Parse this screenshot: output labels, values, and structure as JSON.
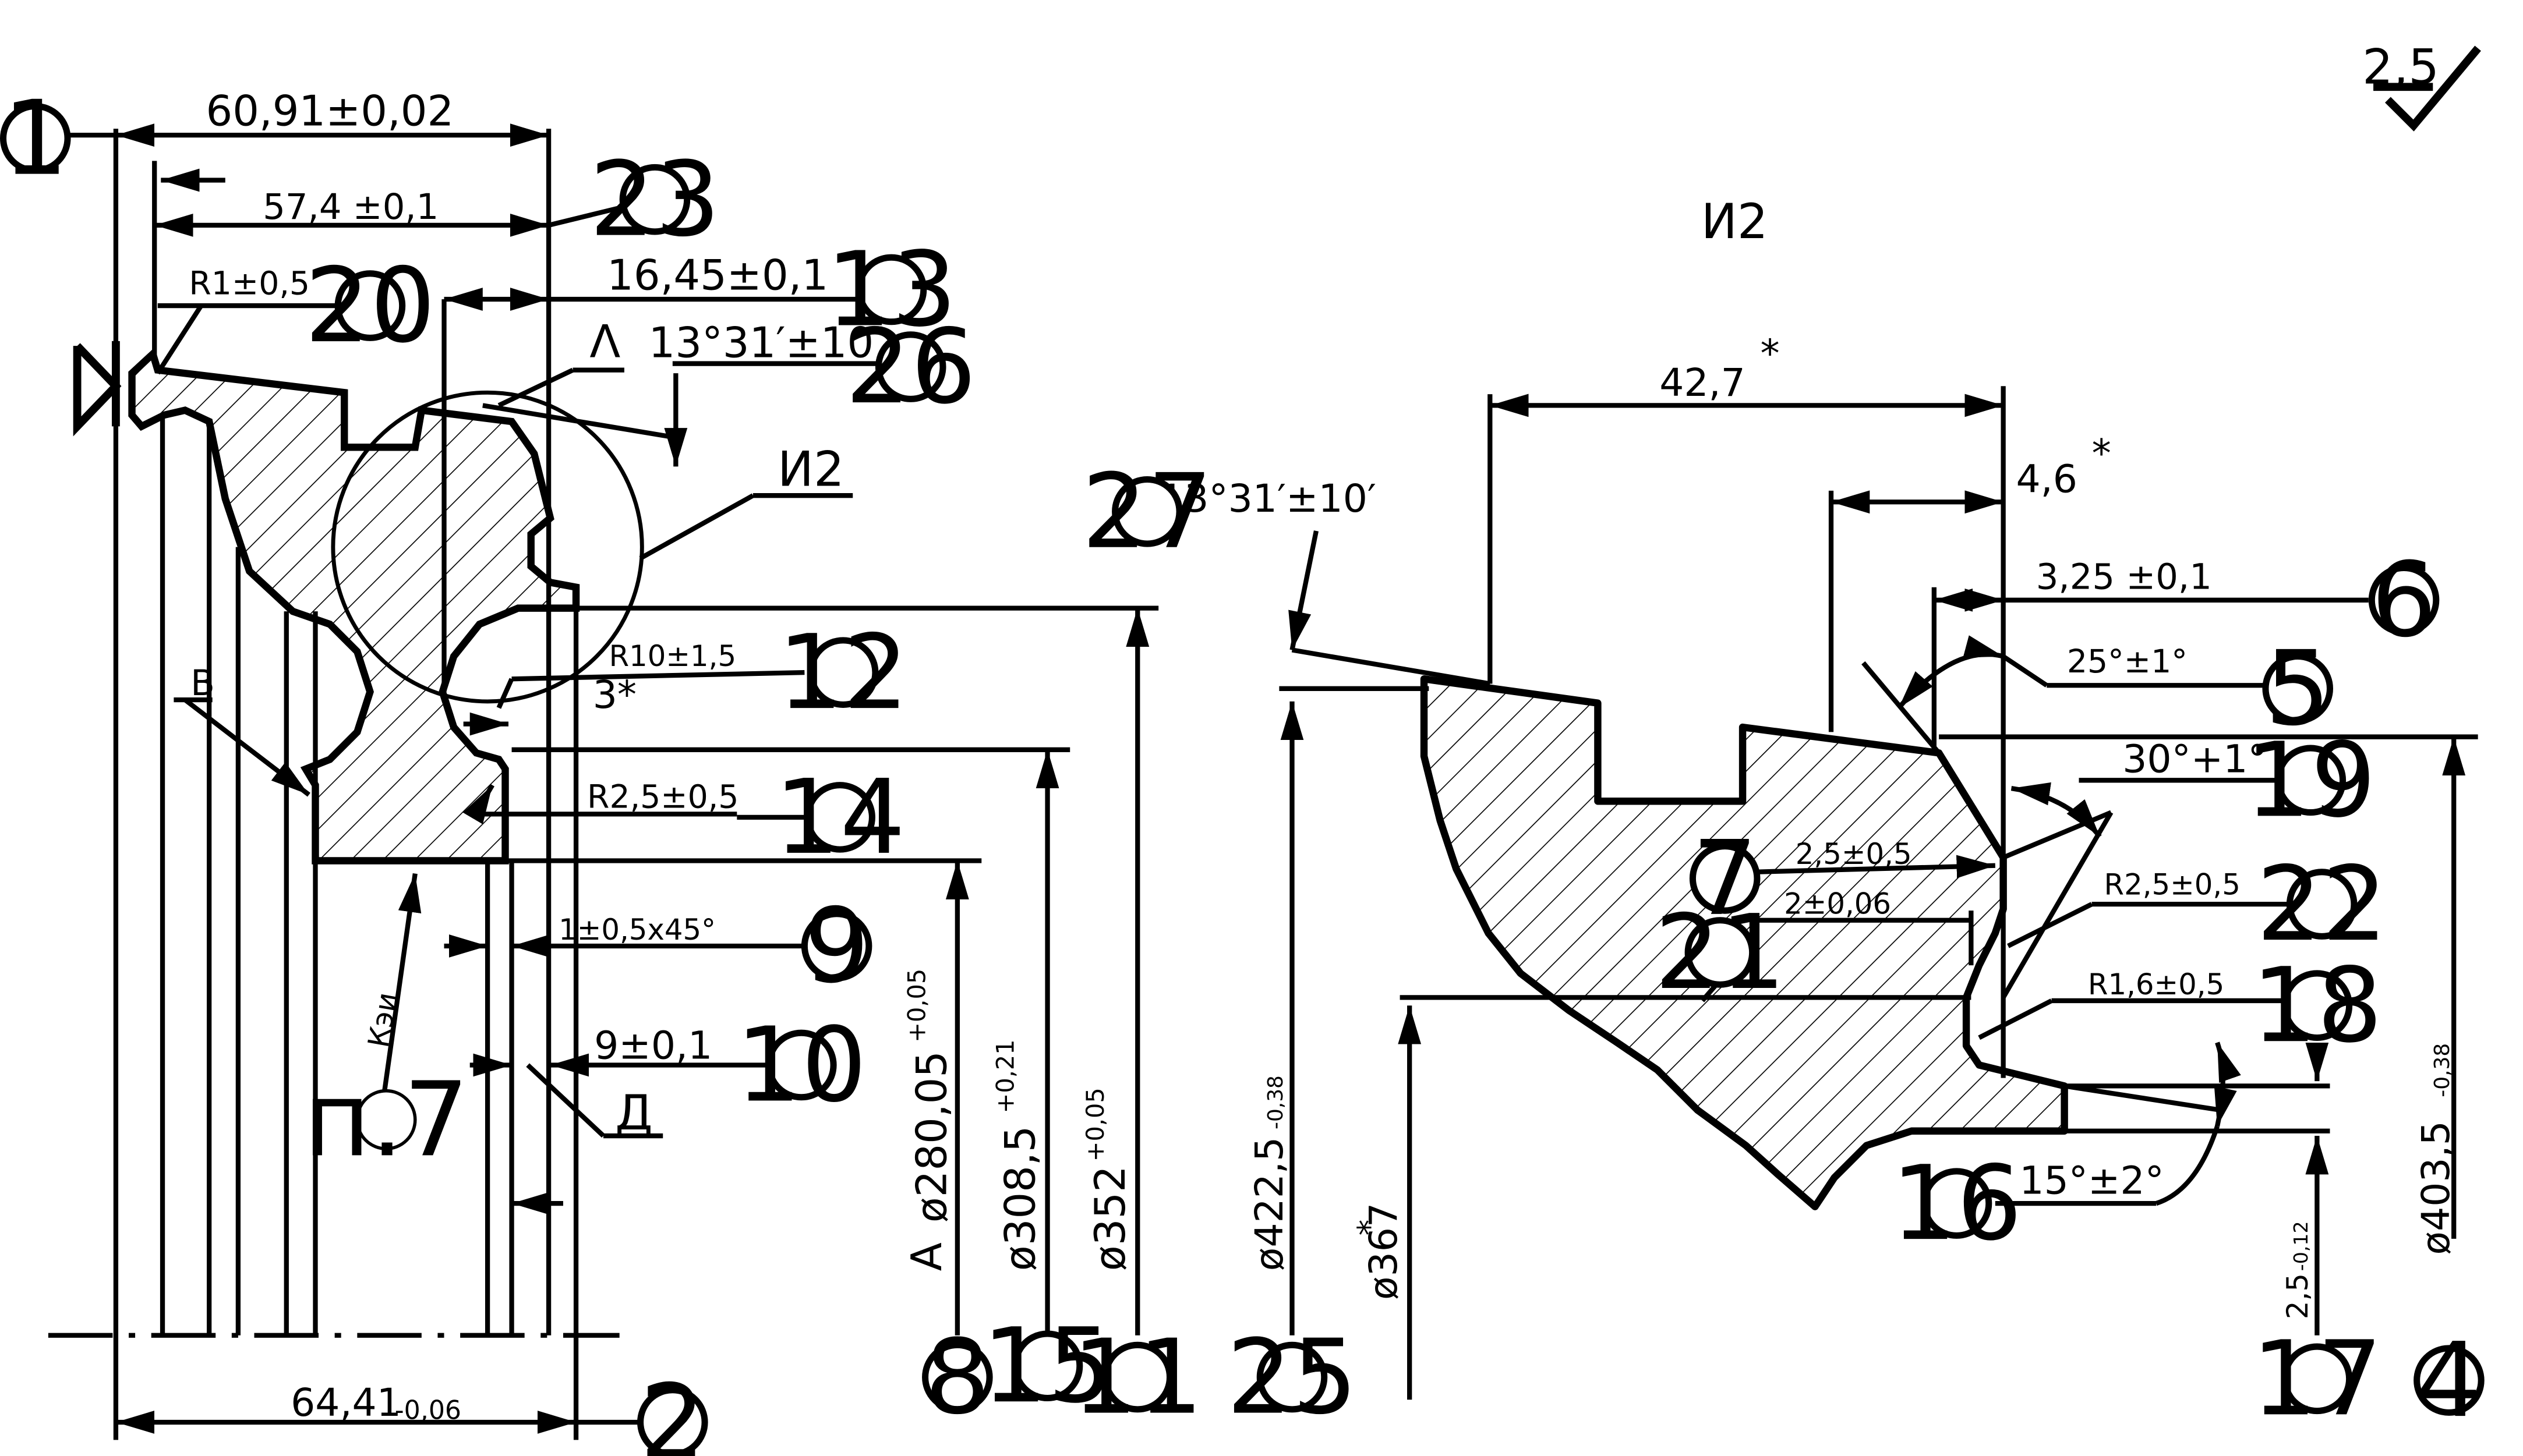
{
  "roughness": "2,5",
  "view_title": "И2",
  "left_view": {
    "dim_overall_top": "60,91±0,02",
    "dim_573": "57,4 ±0,1",
    "dim_1645": "16,45±0,1",
    "dim_r1": "R1±0,5",
    "angle_label": "13°31′±10′",
    "letter_L": "Λ",
    "view_ref": "И2",
    "dim_r10": "R10±1,5",
    "dim_3": "3*",
    "dim_r25": "R2,5±0,5",
    "chamfer": "1±0,5x45°",
    "dim_9": "9±0,1",
    "letter_D": "Д",
    "letter_B": "В",
    "kzi": "Кэи",
    "p7": "п.7",
    "dim_bottom": "64,41",
    "dim_bottom_tol": "-0,06",
    "letter_A": "А",
    "d280": "ø280,05",
    "d280_tol": "+0,05",
    "d308": "ø308,5",
    "d308_tol": "+0,21",
    "d352": "ø352",
    "d352_tol": "+0,05"
  },
  "right_view": {
    "dim_427": "42,7",
    "dim_46": "4,6",
    "dim_325": "3,25 ±0,1",
    "angle_27": "13°31′±10′",
    "angle_25": "25°±1°",
    "angle_30": "30°+1°",
    "dim_25_05": "2,5±0,5",
    "dim_2_006": "2±0,06",
    "r25": "R2,5±0,5",
    "r16": "R1,6±0,5",
    "angle_15": "15°±2°",
    "d4225": "ø422,5",
    "d4225_tol": "-0,38",
    "d367": "ø367",
    "d4035": "ø403,5",
    "d4035_tol": "-0,38",
    "dim_25_012": "2,5",
    "dim_25_012_tol": "-0,12",
    "star": "*"
  },
  "bubbles": [
    "1",
    "2",
    "4",
    "5",
    "6",
    "7",
    "8",
    "9",
    "10",
    "11",
    "12",
    "13",
    "14",
    "15",
    "16",
    "17",
    "18",
    "19",
    "20",
    "21",
    "22",
    "23",
    "25",
    "26",
    "27"
  ]
}
